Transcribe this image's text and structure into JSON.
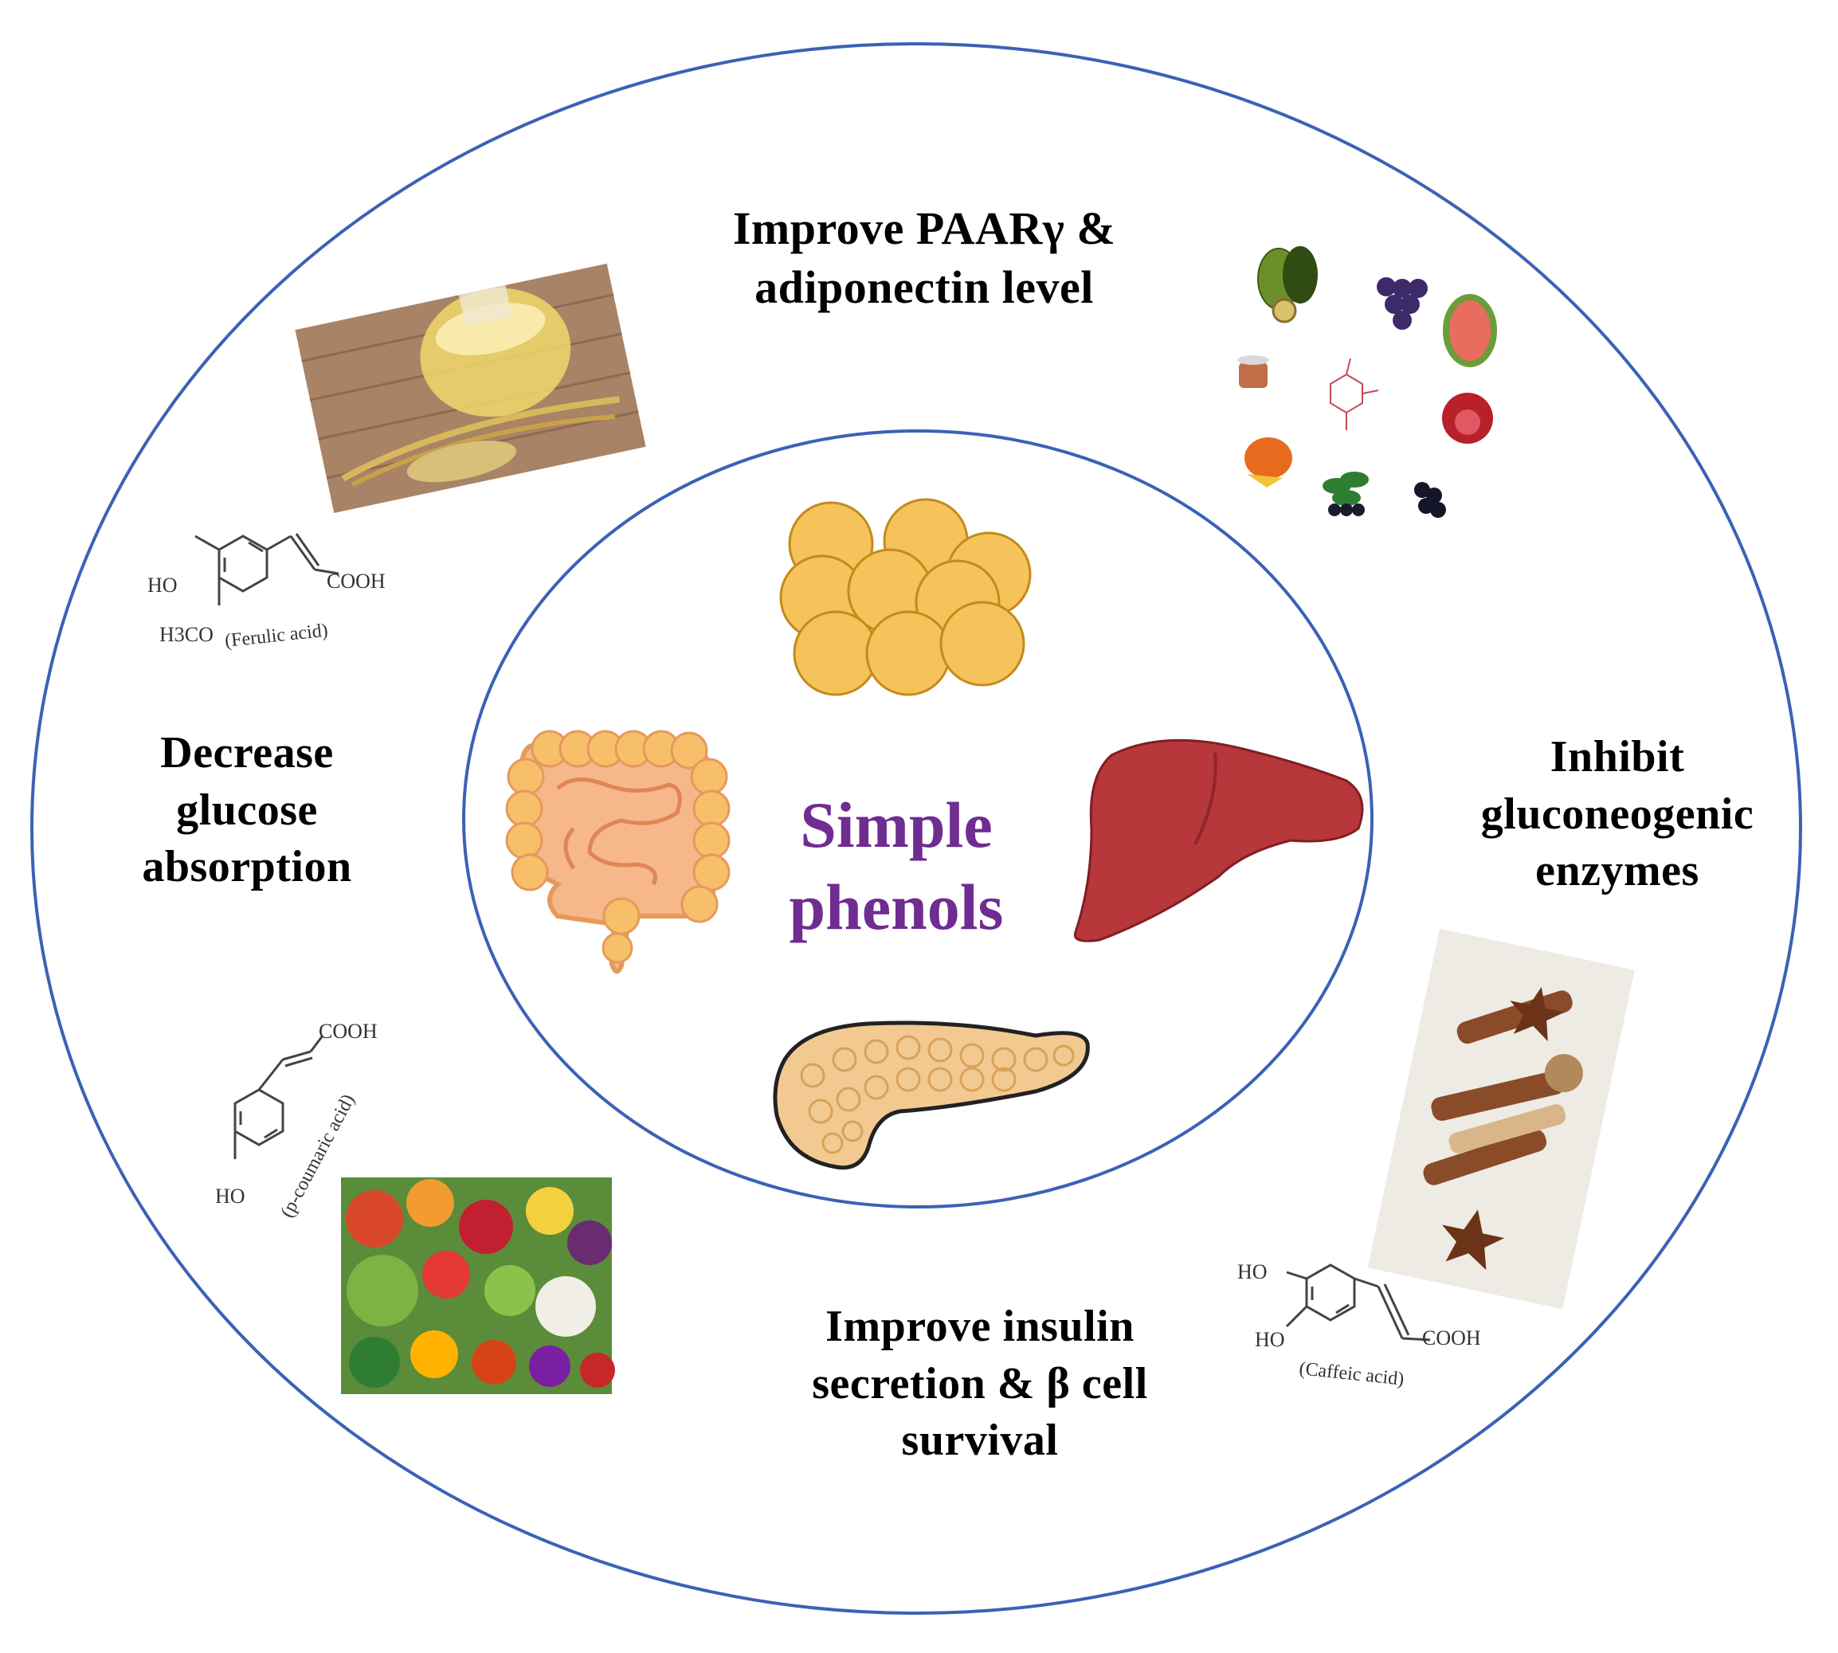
{
  "center": {
    "line1": "Simple",
    "line2": "phenols"
  },
  "labels": {
    "top": {
      "line1": "Improve PAARγ &",
      "line2": "adiponectin level"
    },
    "left": {
      "line1": "Decrease",
      "line2": "glucose",
      "line3": "absorption"
    },
    "right": {
      "line1": "Inhibit",
      "line2": "gluconeogenic",
      "line3": "enzymes"
    },
    "bottom": {
      "line1": "Improve insulin",
      "line2": "secretion & β cell",
      "line3": "survival"
    }
  },
  "chemicals": {
    "ferulic": {
      "name": "(Ferulic acid)",
      "ho": "HO",
      "cooh": "COOH",
      "h3co": "H3CO"
    },
    "coumaric": {
      "name": "(p-coumaric acid)",
      "ho": "HO",
      "cooh": "COOH"
    },
    "caffeic": {
      "name": "(Caffeic acid)",
      "ho1": "HO",
      "ho2": "HO",
      "cooh": "COOH"
    }
  },
  "colors": {
    "circle": "#3a62b5",
    "center_text": "#6f2c91",
    "fat": "#f5c35a",
    "liver": "#b8373a",
    "intestine": "#f6b88a",
    "pancreas": "#f3c992"
  },
  "icons": [
    "fat-cells-icon",
    "intestine-icon",
    "liver-icon",
    "pancreas-icon",
    "oil-photo",
    "fruits-collage",
    "vegetables-photo",
    "spices-photo"
  ]
}
